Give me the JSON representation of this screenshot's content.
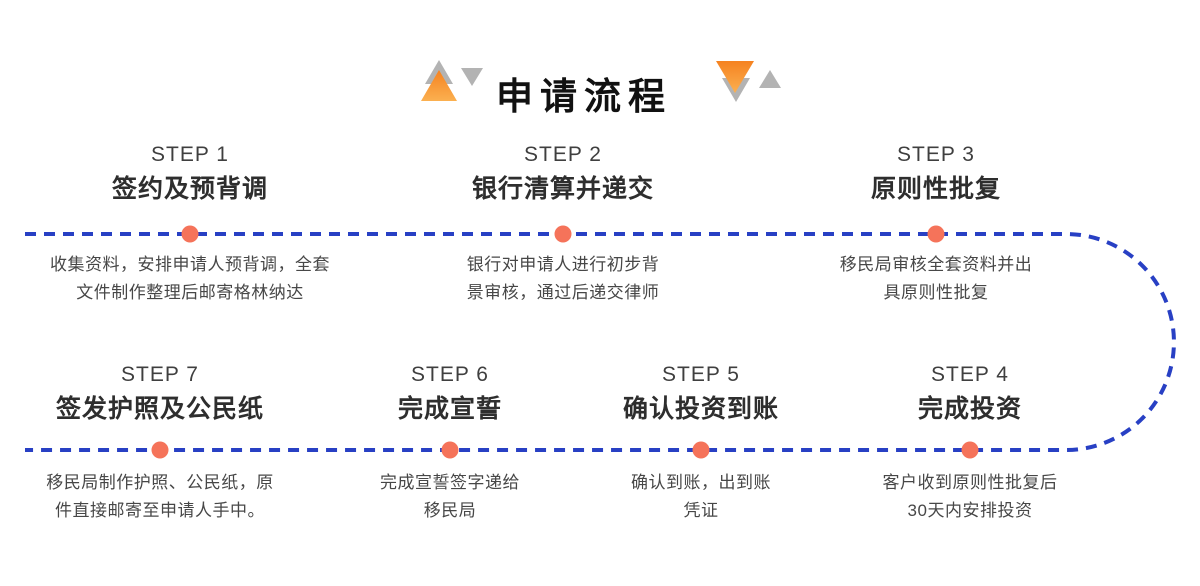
{
  "title": "申请流程",
  "decorations": {
    "left": "triangle-cluster-pointing-up",
    "right": "triangle-cluster-pointing-down"
  },
  "colors": {
    "timeline_blue": "#2840C4",
    "dot_coral": "#F5735A",
    "triangle_orange_dark": "#F58220",
    "triangle_orange_light": "#FBB050",
    "triangle_gray": "#B3B3B3",
    "title_black": "#111111",
    "step_label_gray": "#3F3F3F",
    "step_name_dark": "#2E2E2E",
    "desc_gray": "#474747"
  },
  "steps": [
    {
      "label": "STEP 1",
      "name": "签约及预背调",
      "desc_line1": "收集资料，安排申请人预背调，全套",
      "desc_line2": "文件制作整理后邮寄格林纳达"
    },
    {
      "label": "STEP 2",
      "name": "银行清算并递交",
      "desc_line1": "银行对申请人进行初步背",
      "desc_line2": "景审核，通过后递交律师"
    },
    {
      "label": "STEP 3",
      "name": "原则性批复",
      "desc_line1": "移民局审核全套资料并出",
      "desc_line2": "具原则性批复"
    },
    {
      "label": "STEP 4",
      "name": "完成投资",
      "desc_line1": "客户收到原则性批复后",
      "desc_line2": "30天内安排投资"
    },
    {
      "label": "STEP 5",
      "name": "确认投资到账",
      "desc_line1": "确认到账，出到账",
      "desc_line2": "凭证"
    },
    {
      "label": "STEP 6",
      "name": "完成宣誓",
      "desc_line1": "完成宣誓签字递给",
      "desc_line2": "移民局"
    },
    {
      "label": "STEP 7",
      "name": "签发护照及公民纸",
      "desc_line1": "移民局制作护照、公民纸，原",
      "desc_line2": "件直接邮寄至申请人手中。"
    }
  ]
}
